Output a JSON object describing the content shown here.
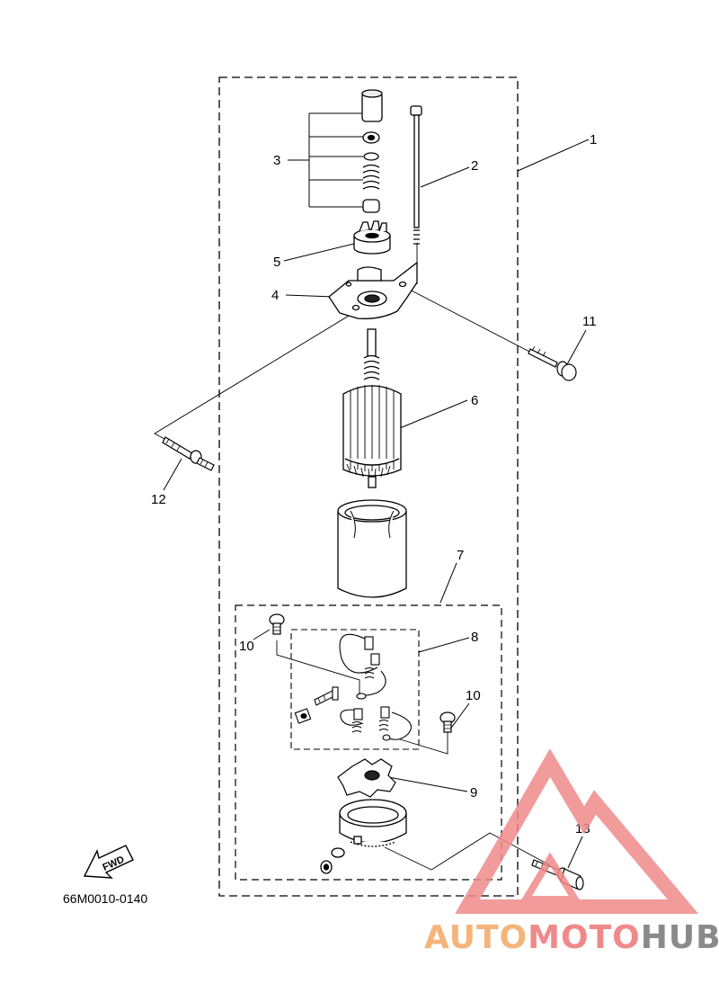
{
  "diagram": {
    "callouts": [
      {
        "id": "1",
        "label": "1"
      },
      {
        "id": "2",
        "label": "2"
      },
      {
        "id": "3",
        "label": "3"
      },
      {
        "id": "4",
        "label": "4"
      },
      {
        "id": "5",
        "label": "5"
      },
      {
        "id": "6",
        "label": "6"
      },
      {
        "id": "7",
        "label": "7"
      },
      {
        "id": "8",
        "label": "8"
      },
      {
        "id": "9",
        "label": "9"
      },
      {
        "id": "10a",
        "label": "10"
      },
      {
        "id": "10b",
        "label": "10"
      },
      {
        "id": "11",
        "label": "11"
      },
      {
        "id": "12",
        "label": "12"
      },
      {
        "id": "13",
        "label": "13"
      }
    ],
    "fwd_label": "FWD",
    "drawing_code": "66M0010-0140"
  },
  "watermark": {
    "part1": "AUTO",
    "part2": "MOTO",
    "part3": "HUB",
    "colors": {
      "triangle": "#f08a8a",
      "auto": "#f5b57a",
      "moto": "#f08a8a",
      "hub": "#8a8a8a"
    }
  }
}
